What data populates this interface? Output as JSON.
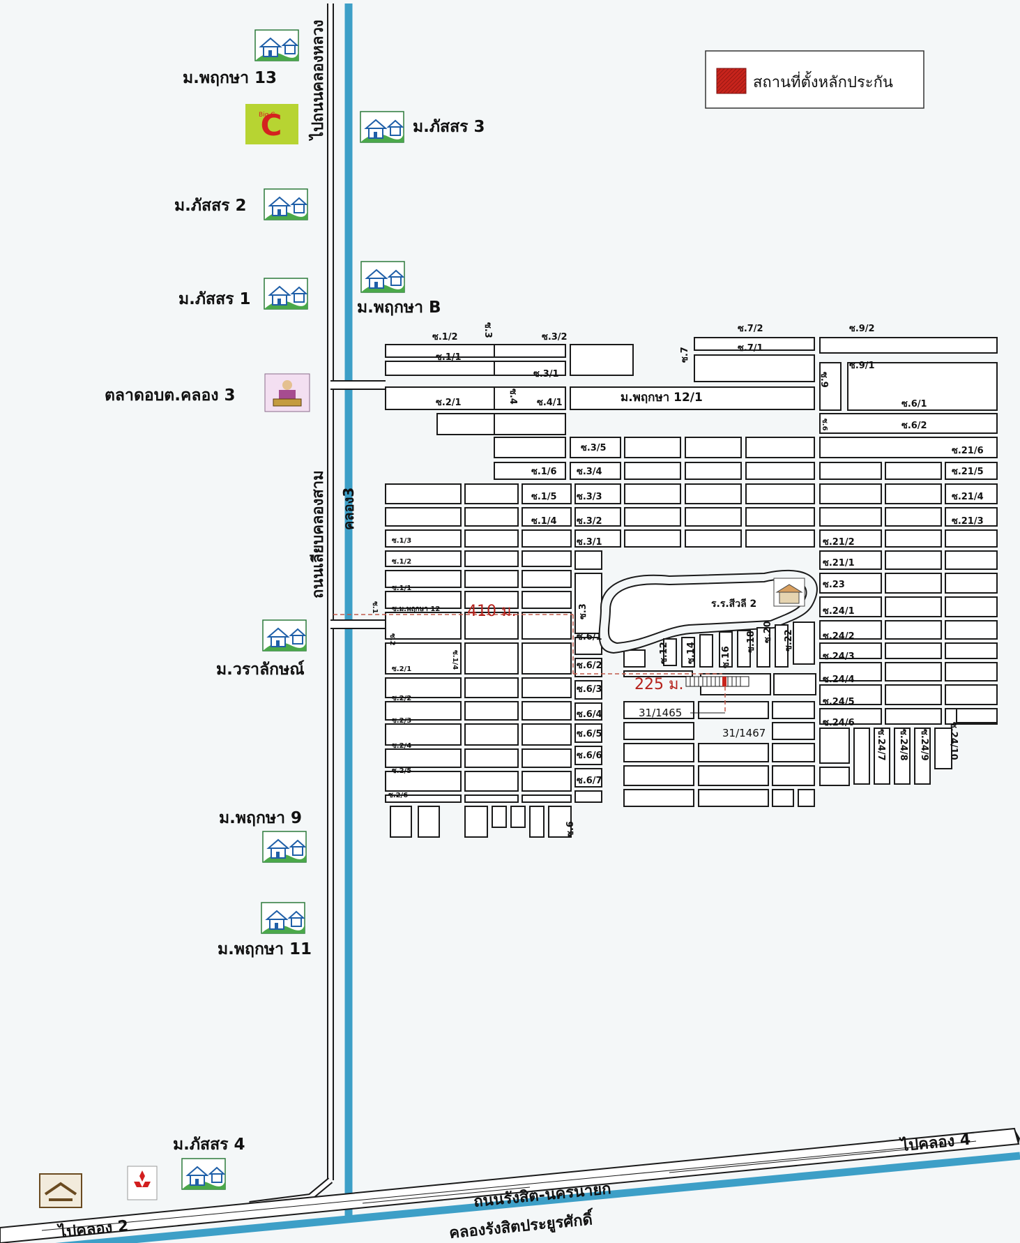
{
  "legend": {
    "label": "สถานที่ตั้งหลักประกัน",
    "color": "#c8241c"
  },
  "roads": {
    "main_vertical_top": "ไปถนนคลองหลวง",
    "main_vertical_bottom": "ถนนเลียบคลองสาม",
    "canal_vertical": "คลอง3",
    "highway": "ถนนรังสิต-นครนายก",
    "canal_bottom": "คลองรังสิตประยูรศักดิ์",
    "to_left": "ไปคลอง 2",
    "to_right": "ไปคลอง 4"
  },
  "landmarks": {
    "pruksa13": "ม.พฤกษา 13",
    "passorn3": "ม.ภัสสร 3",
    "passorn2": "ม.ภัสสร 2",
    "passorn1": "ม.ภัสสร 1",
    "pruksaB": "ม.พฤกษา B",
    "market": "ตลาดอบต.คลอง 3",
    "waralak": "ม.วราลักษณ์",
    "pruksa9": "ม.พฤกษา 9",
    "pruksa11": "ม.พฤกษา 11",
    "passorn4": "ม.ภัสสร 4",
    "pruksa12_1": "ม.พฤกษา 12/1",
    "school": "ร.ร.สีวลี 2",
    "bigc": "Big C"
  },
  "distances": {
    "d1": "410 ม.",
    "d2": "225 ม."
  },
  "plots": {
    "p1": "31/1465",
    "p2": "31/1467"
  },
  "sois": {
    "s1_2": "ซ.1/2",
    "s3_top": "ซ.3",
    "s3_2": "ซ.3/2",
    "s7_2": "ซ.7/2",
    "s9_2": "ซ.9/2",
    "s1_1": "ซ.1/1",
    "s7": "ซ.7",
    "s7_1": "ซ.7/1",
    "s3_1a": "ซ.3/1",
    "s9_1": "ซ.9/1",
    "s9": "ซ.9",
    "s2_1": "ซ.2/1",
    "s4": "ซ.4",
    "s4_1": "ซ.4/1",
    "s6_1a": "ซ.6/1",
    "s6b": "ซ.6",
    "s6_2a": "ซ.6/2",
    "s3_5": "ซ.3/5",
    "s21_6": "ซ.21/6",
    "s1_6": "ซ.1/6",
    "s3_4": "ซ.3/4",
    "s21_5": "ซ.21/5",
    "s1_5": "ซ.1/5",
    "s3_3": "ซ.3/3",
    "s21_4": "ซ.21/4",
    "s1_4": "ซ.1/4",
    "s3_2b": "ซ.3/2",
    "s21_3": "ซ.21/3",
    "t1_3": "ซ.1/3",
    "s3_1b": "ซ.3/1",
    "s21_2": "ซ.21/2",
    "t1_2": "ซ.1/2",
    "s21_1": "ซ.21/1",
    "t1_1": "ซ.1/1",
    "s23": "ซ.23",
    "tpr12": "ซ.ม.พฤกษา 12",
    "s1v": "ซ.1",
    "s3v": "ซ.3",
    "s24_1": "ซ.24/1",
    "t2": "ซ.2",
    "t1_4v": "ซ.1/4",
    "s6_1": "ซ.6/1",
    "s12": "ซ.12",
    "s14": "ซ.14",
    "s16": "ซ.16",
    "s18": "ซ.18",
    "s20": "ซ.20",
    "s22": "ซ.22",
    "s24_2": "ซ.24/2",
    "s24_3": "ซ.24/3",
    "t2_1": "ซ.2/1",
    "s6_2": "ซ.6/2",
    "s24_4": "ซ.24/4",
    "t2_2": "ซ.2/2",
    "s6_3": "ซ.6/3",
    "s24_5": "ซ.24/5",
    "t2_3": "ซ.2/3",
    "s6_4": "ซ.6/4",
    "s24_6": "ซ.24/6",
    "s6_5": "ซ.6/5",
    "t2_4": "ซ.2/4",
    "s6_6": "ซ.6/6",
    "t2_5": "ซ.2/5",
    "s6_7": "ซ.6/7",
    "t2_6": "ซ.2/6",
    "s6v": "ซ.6",
    "s24_7": "ซ.24/7",
    "s24_8": "ซ.24/8",
    "s24_9": "ซ.24/9",
    "s24_10": "ซ.24/10"
  }
}
